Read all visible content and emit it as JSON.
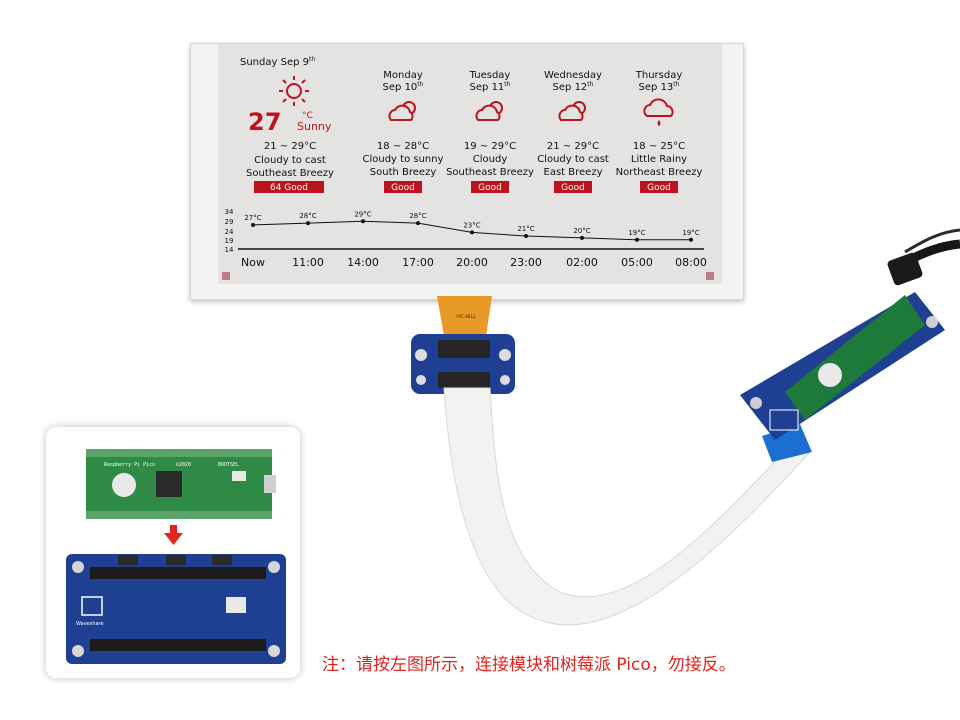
{
  "display": {
    "today": {
      "date_label": "Sunday Sep 9",
      "date_sup": "th",
      "temperature": "27",
      "unit": "°C",
      "condition": "Sunny",
      "range": "21 ~ 29°C",
      "desc": "Cloudy to cast",
      "wind": "Southeast Breezy",
      "air_quality": "64 Good"
    },
    "forecast": [
      {
        "day": "Monday",
        "date": "Sep 10",
        "sup": "th",
        "icon": "partly-cloudy-icon",
        "range": "18 ~ 28°C",
        "desc": "Cloudy to sunny",
        "wind": "South Breezy",
        "air": "Good"
      },
      {
        "day": "Tuesday",
        "date": "Sep 11",
        "sup": "th",
        "icon": "partly-cloudy-icon",
        "range": "19 ~ 29°C",
        "desc": "Cloudy",
        "wind": "Southeast Breezy",
        "air": "Good"
      },
      {
        "day": "Wednesday",
        "date": "Sep 12",
        "sup": "th",
        "icon": "partly-cloudy-icon",
        "range": "21 ~ 29°C",
        "desc": "Cloudy to cast",
        "wind": "East Breezy",
        "air": "Good"
      },
      {
        "day": "Thursday",
        "date": "Sep 13",
        "sup": "th",
        "icon": "rain-cloud-icon",
        "range": "18 ~ 25°C",
        "desc": "Little Rainy",
        "wind": "Northeast Breezy",
        "air": "Good"
      }
    ],
    "chart": {
      "y_ticks": [
        "34",
        "29",
        "24",
        "19",
        "14"
      ],
      "times": [
        "Now",
        "11:00",
        "14:00",
        "17:00",
        "20:00",
        "23:00",
        "02:00",
        "05:00",
        "08:00"
      ],
      "point_labels": [
        "27°C",
        "28°C",
        "29°C",
        "28°C",
        "23°C",
        "21°C",
        "20°C",
        "19°C",
        "19°C"
      ],
      "values": [
        27,
        28,
        29,
        28,
        23,
        21,
        20,
        19,
        19
      ]
    }
  },
  "pcb": {
    "fpc_label": "FPC-8612",
    "pico_label": "Raspberry Pi Pico",
    "pico_year": "©2020",
    "bootsel": "BOOTSEL",
    "brand": "Waveshare"
  },
  "note": "注：请按左图所示，连接模块和树莓派 Pico，勿接反。",
  "colors": {
    "accent_red": "#c0121c",
    "pcb_blue": "#1f3f92",
    "pcb_green": "#1e7a3b",
    "note_red": "#e2241f"
  }
}
